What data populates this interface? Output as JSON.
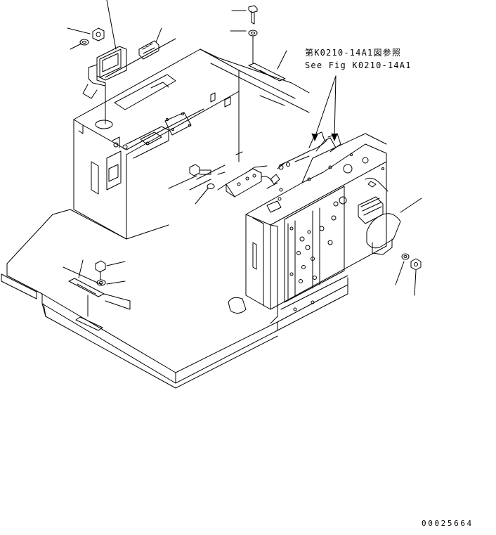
{
  "reference": {
    "japanese": "第K0210-14A1図参照",
    "english": "See Fig K0210-14A1"
  },
  "drawing_number": "00025664",
  "colors": {
    "line": "#000000",
    "background": "#ffffff"
  }
}
